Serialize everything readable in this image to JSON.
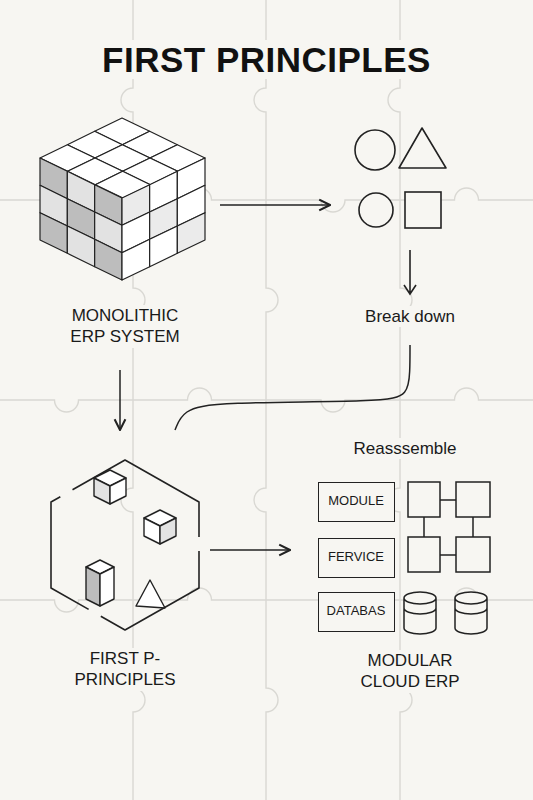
{
  "diagram": {
    "title": "FIRST PRINCIPLES",
    "nodes": [
      {
        "text": [
          "MONOLITHIC ERP SYSTEM"
        ]
      },
      {
        "text": [
          "Break down"
        ]
      },
      {
        "text": [
          "FIRST P- PRINCIPLES"
        ]
      },
      {
        "text": [
          "Reasssemble",
          "MODULAR CLOUD ERP"
        ]
      },
      {
        "text": [
          "MODULE"
        ],
        "in": 3
      },
      {
        "text": [
          "FERVICE"
        ],
        "in": 3
      },
      {
        "text": [
          "DATABAS"
        ],
        "in": 3
      }
    ],
    "edges": [
      {
        "from": 0,
        "to": 1,
        "arrow": "to"
      },
      {
        "from": 0,
        "to": 2,
        "arrow": "to"
      },
      {
        "from": 1,
        "to": 2,
        "arrow": "none"
      },
      {
        "from": 2,
        "to": 3,
        "arrow": "to"
      }
    ]
  }
}
